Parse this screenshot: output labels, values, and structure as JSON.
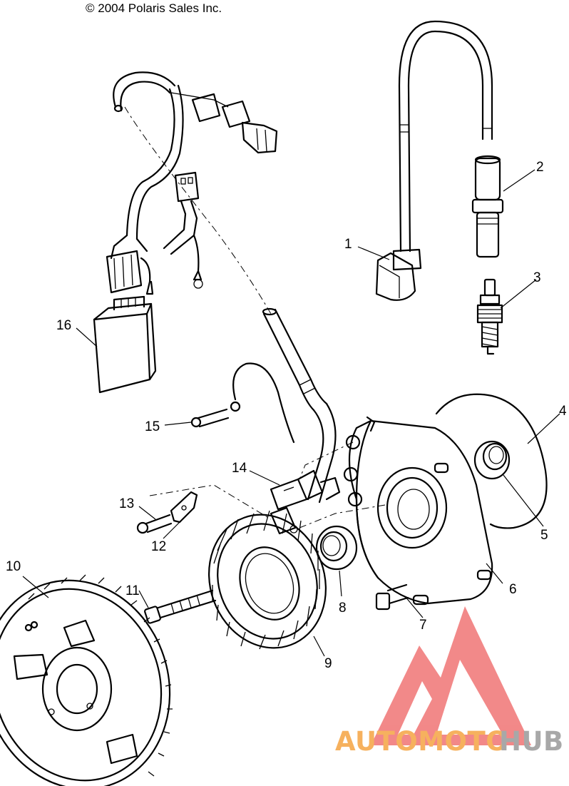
{
  "copyright": "© 2004 Polaris Sales Inc.",
  "callouts": {
    "c1": "1",
    "c2": "2",
    "c3": "3",
    "c4": "4",
    "c5": "5",
    "c6": "6",
    "c7": "7",
    "c8": "8",
    "c9": "9",
    "c10": "10",
    "c11": "11",
    "c12": "12",
    "c13": "13",
    "c14": "14",
    "c15": "15",
    "c16": "16"
  },
  "watermark": {
    "part1": "AUTOMOTO",
    "part2": "HUB",
    "color1": "#f5a442",
    "color2": "#9a9a9a",
    "logo_color": "#f07474"
  }
}
